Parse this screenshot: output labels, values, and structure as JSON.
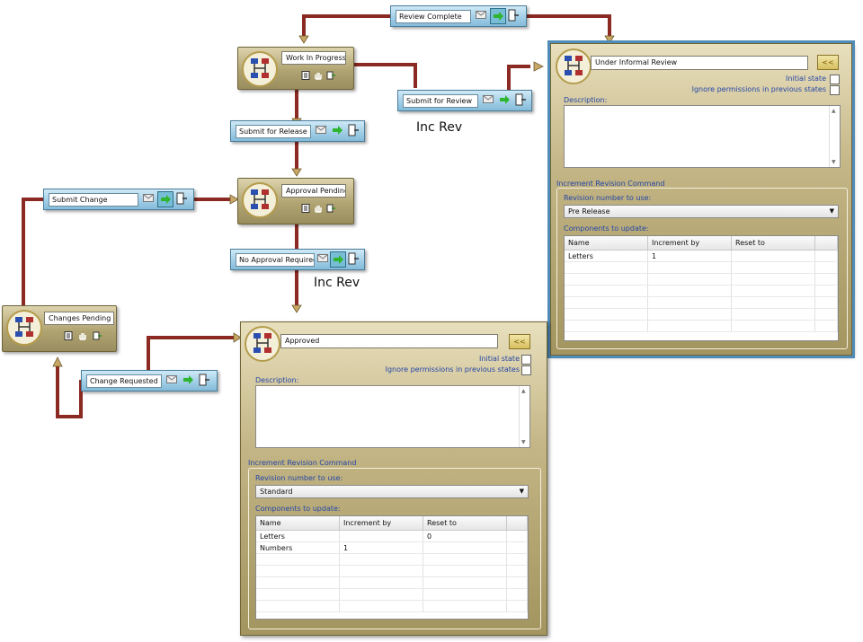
{
  "states": {
    "work_in_progress": "Work In Progress",
    "approval_pending": "Approval Pending",
    "changes_pending": "Changes Pending"
  },
  "transitions": {
    "review_complete": "Review Complete",
    "submit_for_review": "Submit for Review",
    "submit_for_release": "Submit for Release",
    "submit_change": "Submit Change",
    "no_approval_required": "No Approval Required",
    "change_requested": "Change Requested"
  },
  "annotations": {
    "inc_rev_1": "Inc Rev",
    "inc_rev_2": "Inc Rev"
  },
  "panel_informal": {
    "name": "Under Informal Review",
    "collapse_label": "<<",
    "initial_state_label": "Initial state",
    "ignore_permissions_label": "Ignore permissions in previous states",
    "description_label": "Description:",
    "section_title": "Increment Revision Command",
    "revision_label": "Revision number to use:",
    "revision_value": "Pre Release",
    "components_label": "Components to update:",
    "columns": [
      "Name",
      "Increment by",
      "Reset to"
    ],
    "rows": [
      [
        "Letters",
        "1",
        ""
      ]
    ]
  },
  "panel_approved": {
    "name": "Approved",
    "collapse_label": "<<",
    "initial_state_label": "Initial state",
    "ignore_permissions_label": "Ignore permissions in previous states",
    "description_label": "Description:",
    "section_title": "Increment Revision Command",
    "revision_label": "Revision number to use:",
    "revision_value": "Standard",
    "components_label": "Components to update:",
    "columns": [
      "Name",
      "Increment by",
      "Reset to"
    ],
    "rows": [
      [
        "Letters",
        "",
        "0"
      ],
      [
        "Numbers",
        "1",
        ""
      ]
    ]
  },
  "colors": {
    "wire": "#8b2a22",
    "arrow": "#c9a766",
    "state_bg": "#b1a473",
    "transition_bg": "#9fcde6",
    "label_blue": "#2346a8"
  }
}
